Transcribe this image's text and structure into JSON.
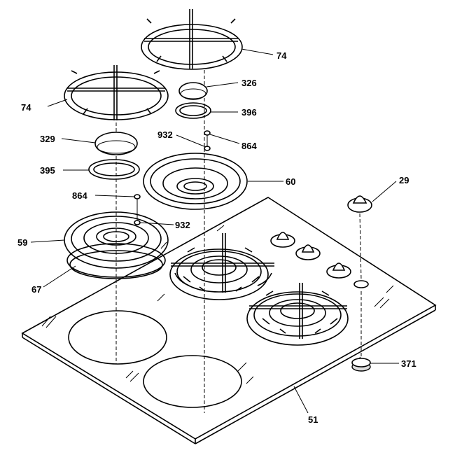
{
  "labels": {
    "grate_top": "74",
    "cap_top": "326",
    "ring_top": "396",
    "grate_left": "74",
    "screw_top": "932",
    "clip_top": "864",
    "cap_left": "329",
    "ring_left": "395",
    "pan_right": "60",
    "knob": "29",
    "clip_left": "864",
    "screw_left": "932",
    "pan_left": "59",
    "burner_left": "67",
    "knob_base": "371",
    "cooktop": "51"
  }
}
